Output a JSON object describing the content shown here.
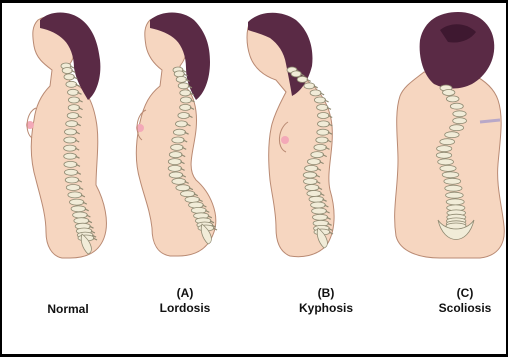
{
  "labels": {
    "normal": {
      "letter": "",
      "name": "Normal"
    },
    "lordosis": {
      "letter": "(A)",
      "name": "Lordosis"
    },
    "kyphosis": {
      "letter": "(B)",
      "name": "Kyphosis"
    },
    "scoliosis": {
      "letter": "(C)",
      "name": "Scoliosis"
    }
  },
  "colors": {
    "skin": "#f6d6c0",
    "skin_shadow": "#e7b79c",
    "outline": "#b98a73",
    "hair": "#5a2a45",
    "hair_dark": "#3e1830",
    "vertebra": "#f1ecd8",
    "vertebra_outline": "#8f8a72",
    "breast_tip": "#f3a9b8"
  }
}
